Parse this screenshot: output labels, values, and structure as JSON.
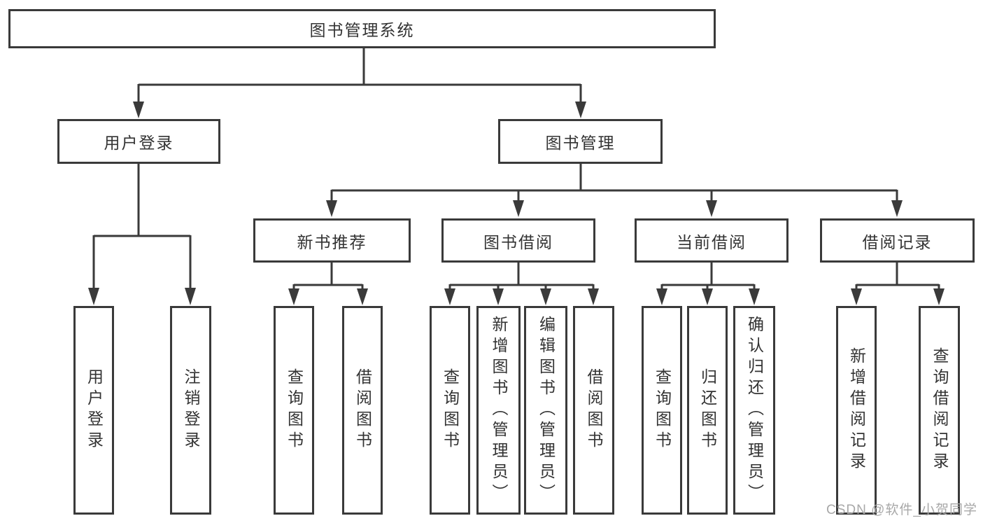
{
  "diagram_type": "hierarchy-tree",
  "tree": {
    "label": "图书管理系统",
    "children": [
      {
        "label": "用户登录",
        "children": [
          {
            "label": "用户登录"
          },
          {
            "label": "注销登录"
          }
        ]
      },
      {
        "label": "图书管理",
        "children": [
          {
            "label": "新书推荐",
            "children": [
              {
                "label": "查询图书"
              },
              {
                "label": "借阅图书"
              }
            ]
          },
          {
            "label": "图书借阅",
            "children": [
              {
                "label": "查询图书"
              },
              {
                "label": "新增图书（管理员）"
              },
              {
                "label": "编辑图书（管理员）"
              },
              {
                "label": "借阅图书"
              }
            ]
          },
          {
            "label": "当前借阅",
            "children": [
              {
                "label": "查询图书"
              },
              {
                "label": "归还图书"
              },
              {
                "label": "确认归还（管理员）"
              }
            ]
          },
          {
            "label": "借阅记录",
            "children": [
              {
                "label": "新增借阅记录"
              },
              {
                "label": "查询借阅记录"
              }
            ]
          }
        ]
      }
    ]
  },
  "watermark": "CSDN @软件_小贺同学",
  "colors": {
    "line": "#3a3a3a",
    "node_border": "#3a3a3a",
    "node_text": "#333333",
    "node_background": "#ffffff",
    "page_background": "#ffffff",
    "watermark_text": "#a8a8a8"
  }
}
